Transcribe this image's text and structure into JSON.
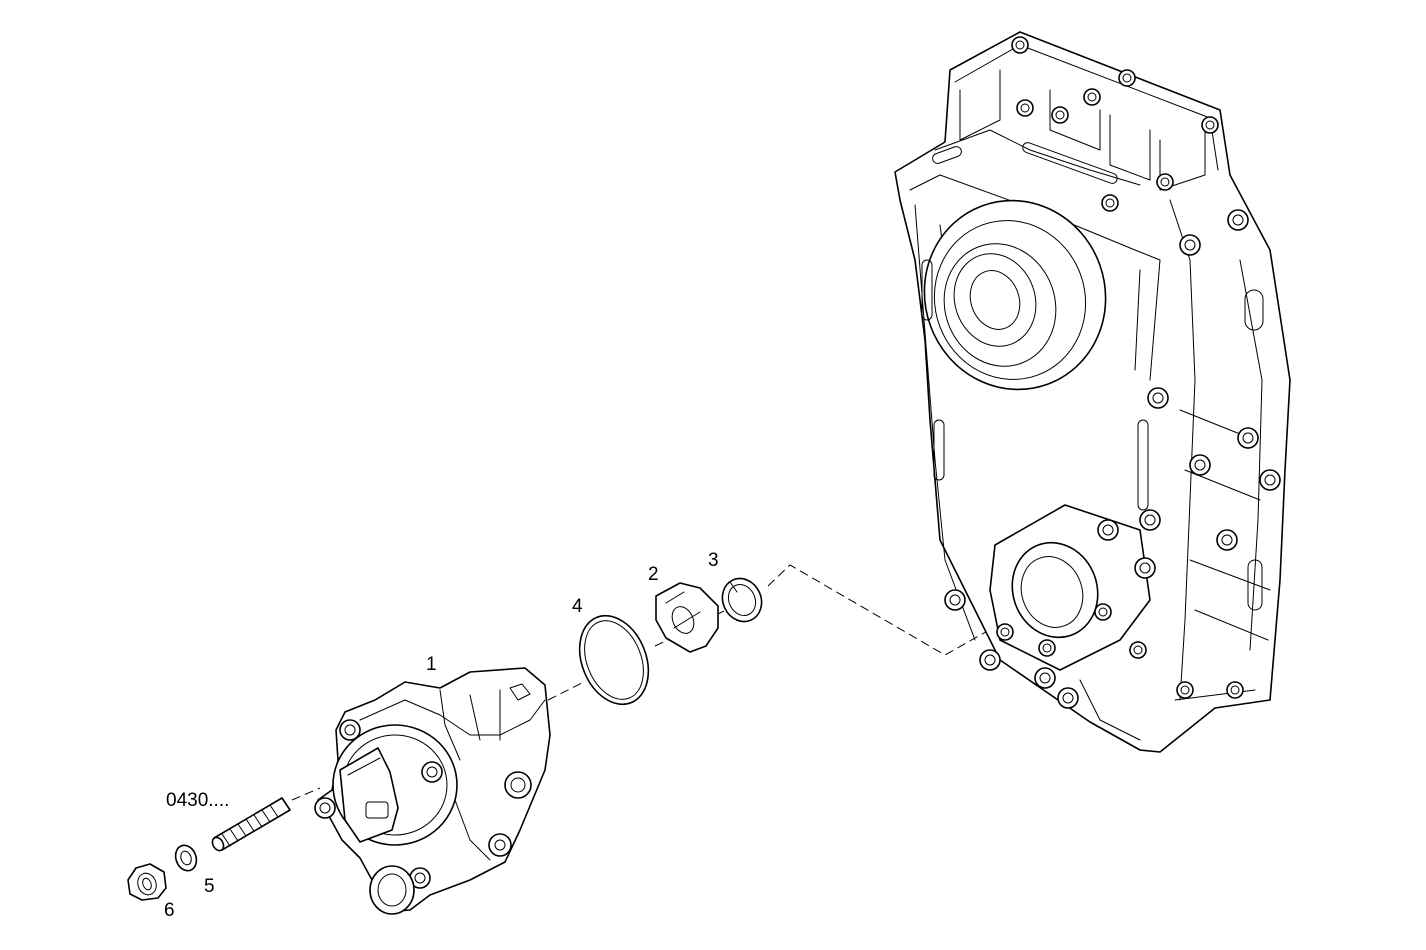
{
  "callouts": {
    "c1": "1",
    "c2": "2",
    "c3": "3",
    "c4": "4",
    "c5": "5",
    "c6": "6",
    "ref": "0430...."
  }
}
